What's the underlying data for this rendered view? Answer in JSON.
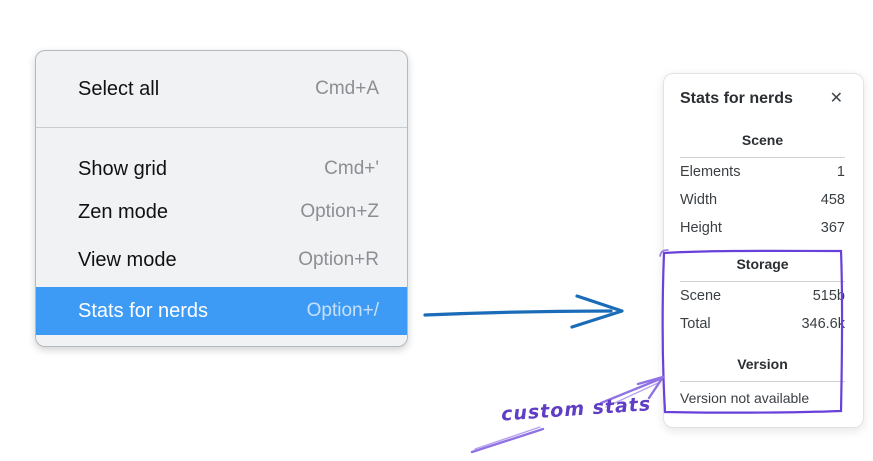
{
  "colors": {
    "menu_highlight": "#3e9bf5",
    "blue_arrow": "#1b6cb8",
    "purple": "#6741d9",
    "purple_light": "#8f72e4"
  },
  "menu": {
    "items": [
      {
        "label": "Select all",
        "shortcut": "Cmd+A"
      },
      {
        "label": "Show grid",
        "shortcut": "Cmd+'"
      },
      {
        "label": "Zen mode",
        "shortcut": "Option+Z"
      },
      {
        "label": "View mode",
        "shortcut": "Option+R"
      },
      {
        "label": "Stats for nerds",
        "shortcut": "Option+/"
      }
    ],
    "selected_index": 4
  },
  "panel": {
    "title": "Stats for nerds",
    "close_icon": "✕",
    "sections": {
      "scene": {
        "heading": "Scene",
        "rows": [
          {
            "label": "Elements",
            "value": "1"
          },
          {
            "label": "Width",
            "value": "458"
          },
          {
            "label": "Height",
            "value": "367"
          }
        ]
      },
      "storage": {
        "heading": "Storage",
        "rows": [
          {
            "label": "Scene",
            "value": "515b"
          },
          {
            "label": "Total",
            "value": "346.6k"
          }
        ]
      },
      "version": {
        "heading": "Version",
        "note": "Version not available"
      }
    }
  },
  "annotation": {
    "label": "custom stats"
  }
}
